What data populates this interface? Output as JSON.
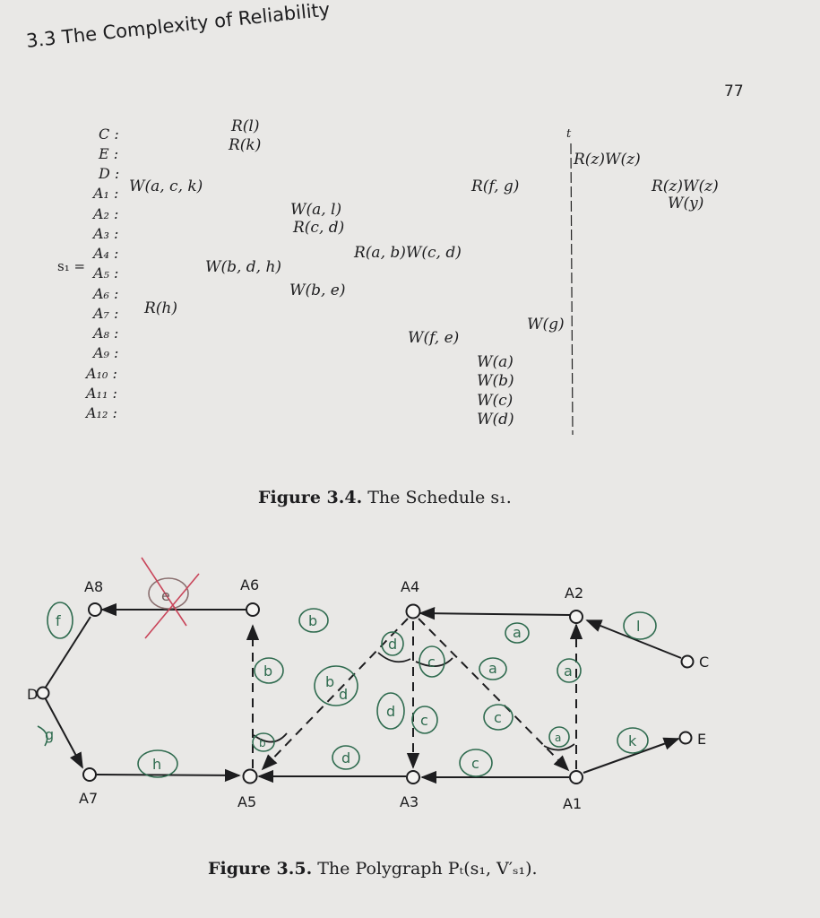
{
  "header": {
    "running_title": "3.3 The Complexity of Reliability",
    "page_number": "77"
  },
  "schedule": {
    "name_label": "s₁ =",
    "t_label": "t",
    "rows": [
      {
        "label": "C :"
      },
      {
        "label": "E :"
      },
      {
        "label": "D :"
      },
      {
        "label": "A₁ :"
      },
      {
        "label": "A₂ :"
      },
      {
        "label": "A₃ :"
      },
      {
        "label": "A₄ :"
      },
      {
        "label": "A₅ :"
      },
      {
        "label": "A₆ :"
      },
      {
        "label": "A₇ :"
      },
      {
        "label": "A₈ :"
      },
      {
        "label": "A₉ :"
      },
      {
        "label": "A₁₀ :"
      },
      {
        "label": "A₁₁ :"
      },
      {
        "label": "A₁₂ :"
      }
    ],
    "ops": [
      {
        "text": "R(l)"
      },
      {
        "text": "R(k)"
      },
      {
        "text": "W(a, c, k)"
      },
      {
        "text": "R(f, g)"
      },
      {
        "text": "W(a, l)"
      },
      {
        "text": "R(c, d)"
      },
      {
        "text": "R(a, b)W(c, d)"
      },
      {
        "text": "W(b, d, h)"
      },
      {
        "text": "W(b, e)"
      },
      {
        "text": "R(h)"
      },
      {
        "text": "W(g)"
      },
      {
        "text": "W(f, e)"
      },
      {
        "text": "W(a)"
      },
      {
        "text": "W(b)"
      },
      {
        "text": "W(c)"
      },
      {
        "text": "W(d)"
      },
      {
        "text": "R(z)W(z)"
      },
      {
        "text": "R(z)W(z)"
      },
      {
        "text": "W(y)"
      }
    ]
  },
  "figure_34_caption": {
    "label": "Figure 3.4.",
    "text": "The Schedule s₁."
  },
  "figure_35_caption": {
    "label": "Figure 3.5.",
    "text": "The Polygraph Pₜ(s₁, V′ₛ₁)."
  },
  "graph": {
    "nodes": {
      "A8": "A8",
      "A6": "A6",
      "A4": "A4",
      "A2": "A2",
      "C": "C",
      "D": "D",
      "E": "E",
      "A7": "A7",
      "A5": "A5",
      "A3": "A3",
      "A1": "A1"
    },
    "edge_labels": {
      "e_top": "e",
      "f": "f",
      "b_top": "b",
      "a_top": "a",
      "l": "l",
      "g": "g",
      "b_left": "b",
      "b_cross": "b",
      "d_cross": "d",
      "d_small": "d",
      "c_mid": "c",
      "d_mid": "d",
      "c_low": "c",
      "a_dash": "a",
      "a_right": "a",
      "c_right": "c",
      "a_small": "a",
      "k": "k",
      "h": "h",
      "d_bot": "d",
      "c_bot": "c",
      "b_small": "b"
    }
  }
}
